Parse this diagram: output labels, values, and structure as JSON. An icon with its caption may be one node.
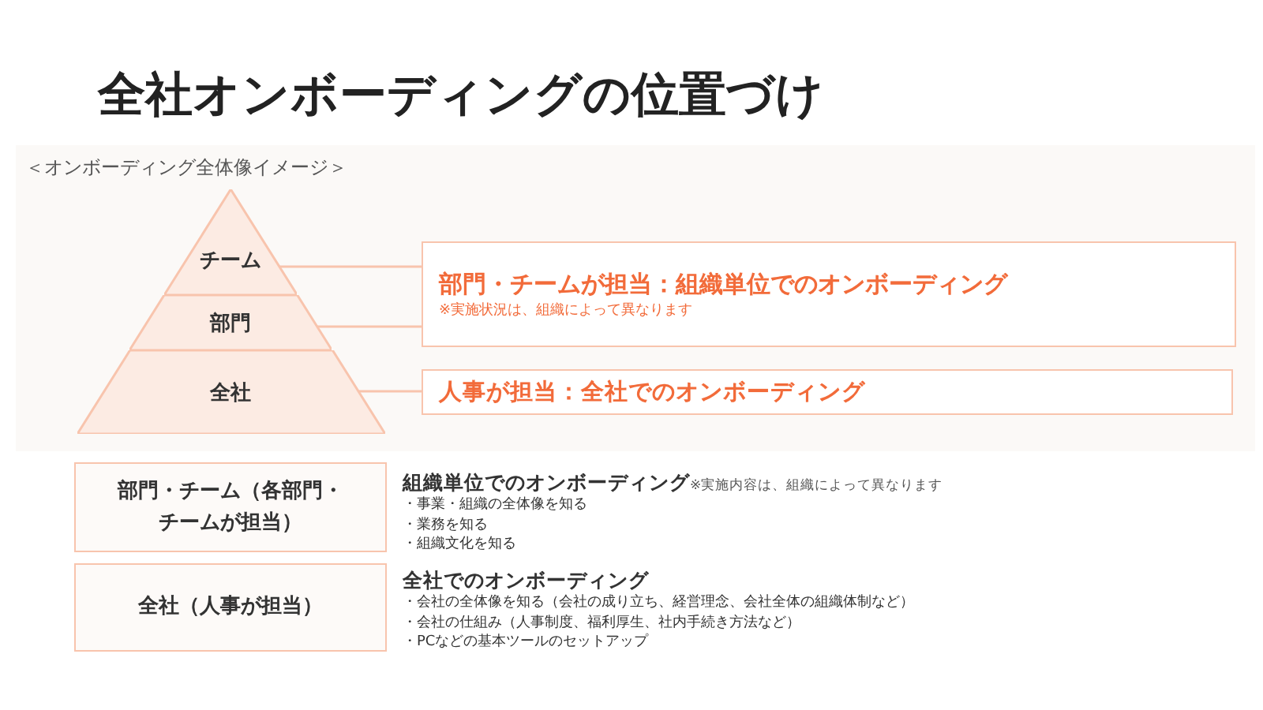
{
  "diagram": {
    "title": "全社オンボーディングの位置づけ",
    "nodes": [
      {
        "text": [
          "チーム"
        ]
      },
      {
        "text": [
          "部門"
        ]
      },
      {
        "text": [
          "全社"
        ]
      },
      {
        "text": [
          "部門・チームが担当：組織単位でのオンボーディング",
          "※実施状況は、組織によって異なります"
        ]
      },
      {
        "text": [
          "人事が担当：全社でのオンボーディング"
        ]
      },
      {
        "text": [
          "部門・チーム（各部門・チームが担当）"
        ],
        "beside": [
          "組織単位でのオンボーディング",
          "※実施内容は、組織によって異なります",
          "・事業・組織の全体像を知る",
          "・業務を知る",
          "・組織文化を知る"
        ]
      },
      {
        "text": [
          "全社（人事が担当）"
        ],
        "beside": [
          "全社でのオンボーディング",
          "・会社の全体像を知る（会社の成り立ち、経営理念、会社全体の組織体制など）",
          "・会社の仕組み（人事制度、福利厚生、社内手続き方法など）",
          "・PCなどの基本ツールのセットアップ"
        ]
      }
    ],
    "edges": [
      {
        "from": 0,
        "to": 3,
        "arrow": "none"
      },
      {
        "from": 1,
        "to": 3,
        "arrow": "none"
      },
      {
        "from": 2,
        "to": 4,
        "arrow": "none"
      }
    ],
    "labels": [
      "＜オンボーディング全体像イメージ＞"
    ]
  }
}
